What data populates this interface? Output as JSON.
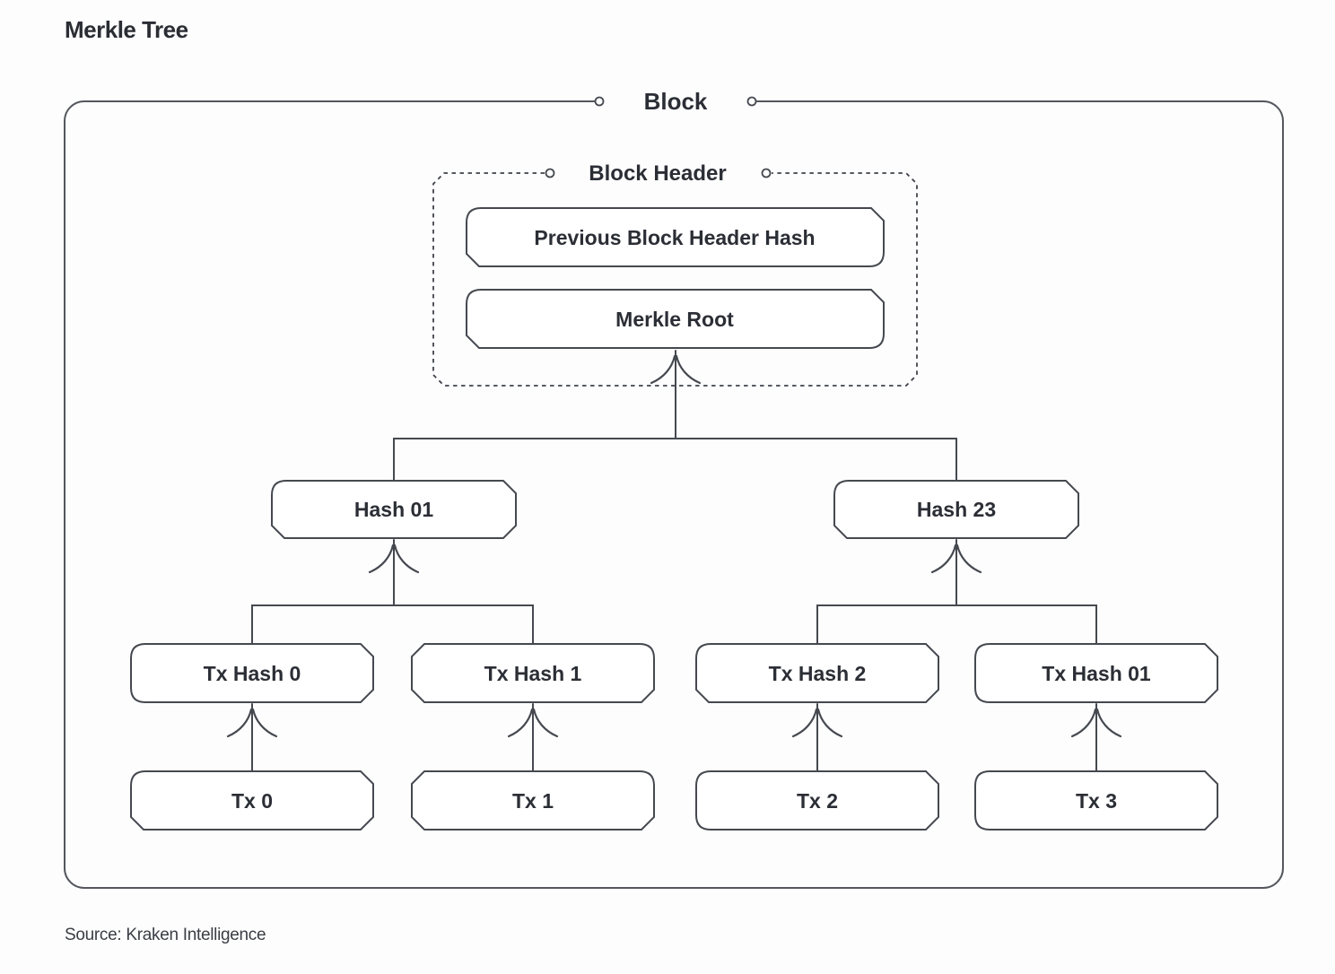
{
  "title": "Merkle Tree",
  "source": "Source: Kraken Intelligence",
  "diagram": {
    "block_label": "Block",
    "block_header_label": "Block Header",
    "nodes": {
      "prev_hash": "Previous Block Header Hash",
      "merkle_root": "Merkle Root",
      "hash01": "Hash 01",
      "hash23": "Hash 23",
      "tx_hash0": "Tx Hash 0",
      "tx_hash1": "Tx Hash 1",
      "tx_hash2": "Tx Hash 2",
      "tx_hash3": "Tx Hash 01",
      "tx0": "Tx 0",
      "tx1": "Tx 1",
      "tx2": "Tx 2",
      "tx3": "Tx 3"
    },
    "colors": {
      "line": "#45494f",
      "text": "#2b2e35",
      "background": "#fdfdfe"
    }
  }
}
